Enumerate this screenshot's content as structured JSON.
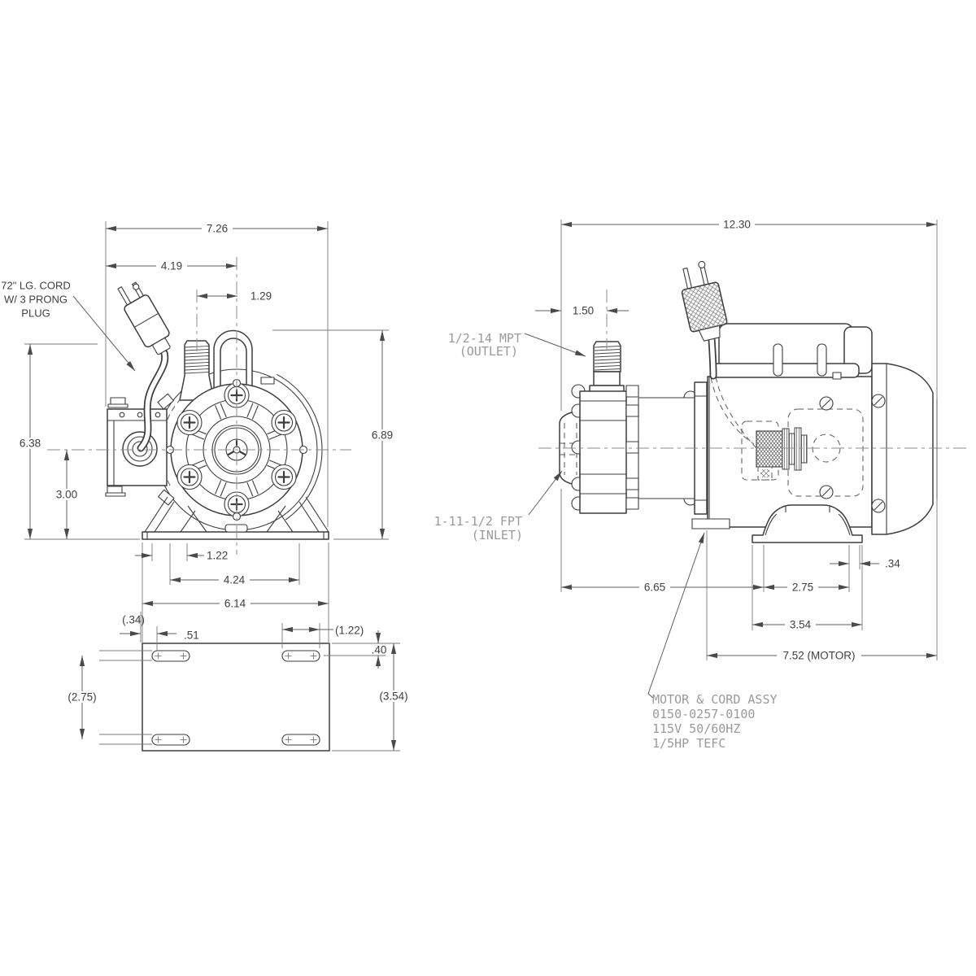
{
  "front_view": {
    "dims": {
      "overall_width": "7.26",
      "left_to_center": "4.19",
      "outlet_to_center": "1.29",
      "outlet_height": "6.38",
      "center_height": "3.00",
      "overall_height": "6.89",
      "foot_slot": "1.22",
      "foot_span": "4.24",
      "base_width": "6.14"
    },
    "cord_label": {
      "line1": "72\" LG. CORD",
      "line2": "W/ 3 PRONG",
      "line3": "PLUG"
    }
  },
  "base_plate_view": {
    "dims": {
      "slot_edge_offset": "(.34)",
      "slot_center_offset": ".51",
      "slot_length": "(1.22)",
      "slot_vertical_offset": ".40",
      "slot_row_spacing": "(2.75)",
      "plate_depth": "(3.54)"
    }
  },
  "side_view": {
    "dims": {
      "overall_length": "12.30",
      "inlet_to_outlet": "1.50",
      "inlet_to_foot": "6.65",
      "foot_hole_spacing": "2.75",
      "foot_length": "3.54",
      "foot_hole_to_edge": ".34",
      "motor_length": "7.52 (MOTOR)"
    },
    "outlet_label": {
      "line1": "1/2-14 MPT",
      "line2": "(OUTLET)"
    },
    "inlet_label": {
      "line1": "1-11-1/2 FPT",
      "line2": "(INLET)"
    },
    "motor_note": {
      "line1": "MOTOR & CORD ASSY",
      "line2": "0150-0257-0100",
      "line3": "115V 50/60HZ",
      "line4": "1/5HP TEFC"
    }
  },
  "colors": {
    "line": "#3d3d3d",
    "dim_line": "#5f5f5f",
    "cad_text": "#9a9a9a",
    "background": "#ffffff"
  }
}
